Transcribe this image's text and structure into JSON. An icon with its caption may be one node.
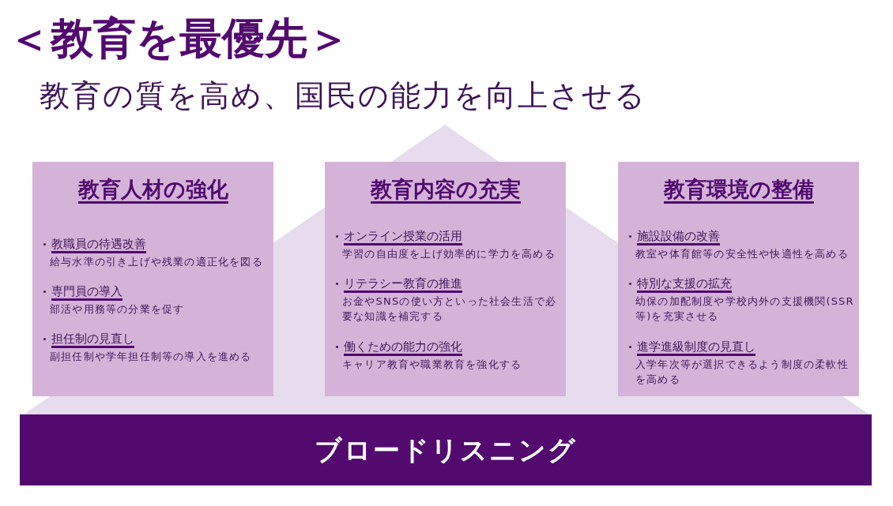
{
  "diagram": {
    "title": "＜教育を最優先＞",
    "nodes": [
      {
        "text": [
          "教育人材の強化",
          "教職員の待遇改善",
          "給与水準の引き上げや残業の適正化を図る",
          "専門員の導入",
          "部活や用務等の分業を促す",
          "担任制の見直し",
          "副担任制や学年担任制等の導入を進める"
        ]
      },
      {
        "text": [
          "教育内容の充実",
          "オンライン授業の活用",
          "学習の自由度を上げ効率的に学力を高める",
          "リテラシー教育の推進",
          "お金やSNSの使い方といった社会生活で必要な知識を補完する",
          "働くための能力の強化",
          "キャリア教育や職業教育を強化する"
        ]
      },
      {
        "text": [
          "教育環境の整備",
          "施設設備の改善",
          "教室や体育館等の安全性や快適性を高める",
          "特別な支援の拡充",
          "幼保の加配制度や学校内外の支援機関(SSR等)を充実させる",
          "進学進級制度の見直し",
          "入学年次等が選択できるよう制度の柔軟性を高める"
        ]
      },
      {
        "text": [
          "ブロードリスニング"
        ]
      }
    ],
    "labels": [
      "教育の質を高め、国民の能力を向上させる"
    ]
  }
}
